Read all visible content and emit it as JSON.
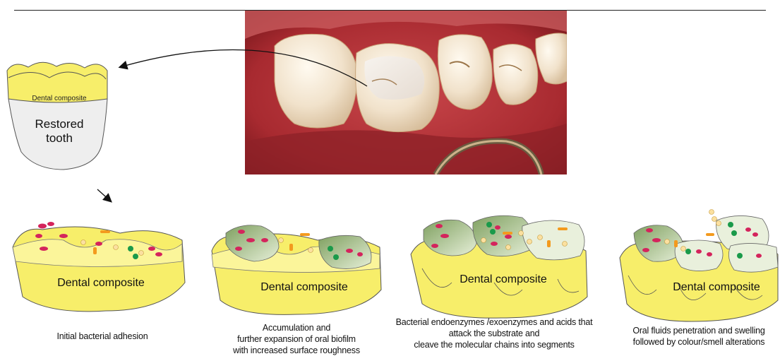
{
  "restored": {
    "label_composite": "Dental composite",
    "label_tooth_line1": "Restored",
    "label_tooth_line2": "tooth"
  },
  "panels": [
    {
      "label": "Dental composite",
      "caption_lines": [
        "Initial bacterial adhesion"
      ]
    },
    {
      "label": "Dental composite",
      "caption_lines": [
        "Accumulation and",
        "further expansion of oral biofilm",
        "with increased surface roughness"
      ]
    },
    {
      "label": "Dental composite",
      "caption_lines": [
        "Bacterial endoenzymes /exoenzymes and acids that",
        "attack the substrate and",
        "cleave the molecular chains into segments"
      ]
    },
    {
      "label": "Dental composite",
      "caption_lines": [
        "Oral fluids penetration and swelling",
        "followed by colour/smell alterations"
      ]
    }
  ],
  "colors": {
    "composite_yellow": "#f7ee6a",
    "composite_top": "#fbf59a",
    "biofilm_green": "#c9dcb0",
    "bacteria_magenta": "#d4245c",
    "bacteria_orange": "#f39a1e",
    "bacteria_cream": "#fbe0a0",
    "bacteria_green": "#1a9a4a"
  }
}
